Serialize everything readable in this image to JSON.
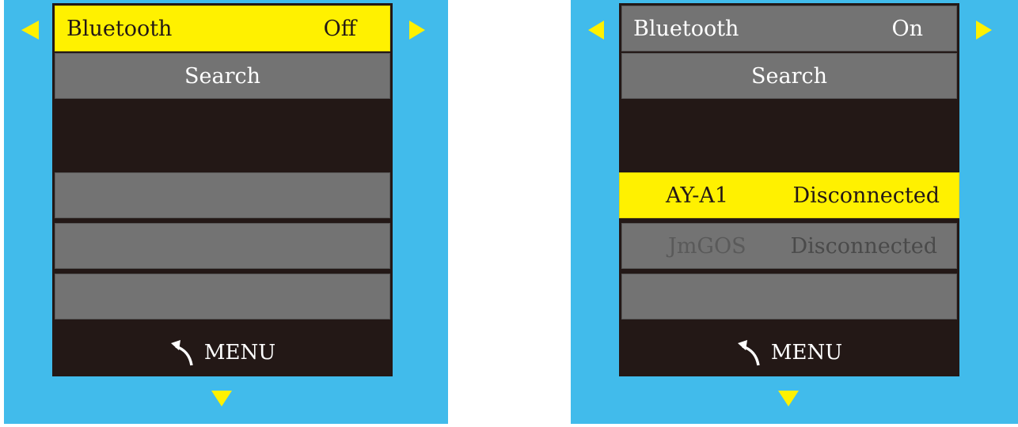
{
  "left_screen": {
    "bluetooth_label": "Bluetooth",
    "bluetooth_value": "Off",
    "search_label": "Search",
    "menu_label": "MENU"
  },
  "right_screen": {
    "bluetooth_label": "Bluetooth",
    "bluetooth_value": "On",
    "search_label": "Search",
    "devices": [
      {
        "name": "AY-A1",
        "status": "Disconnected"
      },
      {
        "name": "JmGOS",
        "status": "Disconnected"
      }
    ],
    "menu_label": "MENU"
  },
  "colors": {
    "screen_bg": "#41bbeb",
    "panel_bg": "#231816",
    "row_bg": "#737373",
    "highlight": "#fff100",
    "arrow": "#fff100"
  },
  "icons": {
    "nav_left": "triangle-left-icon",
    "nav_right": "triangle-right-icon",
    "nav_down": "triangle-down-icon",
    "menu_back": "back-arrow-icon"
  }
}
